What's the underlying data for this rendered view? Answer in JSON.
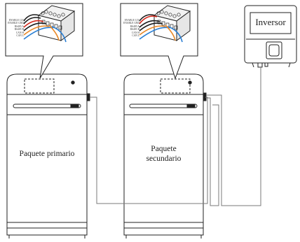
{
  "labels": {
    "inverter": "Inversor",
    "primary_pack": "Paquete primario",
    "secondary_pack_line1": "Paquete",
    "secondary_pack_line2": "secundario"
  },
  "terminal_labels": [
    "ENABLE 12V",
    "ENABLE GND",
    "RS485 A",
    "RS485 B",
    "CAN H",
    "CAN L"
  ],
  "wire_colors": {
    "black": "#1a1a1a",
    "red": "#d42a1e",
    "orange": "#e98a2a",
    "blue": "#2a7fd4",
    "outline": "#222222",
    "cable": "#7a7a7a"
  }
}
